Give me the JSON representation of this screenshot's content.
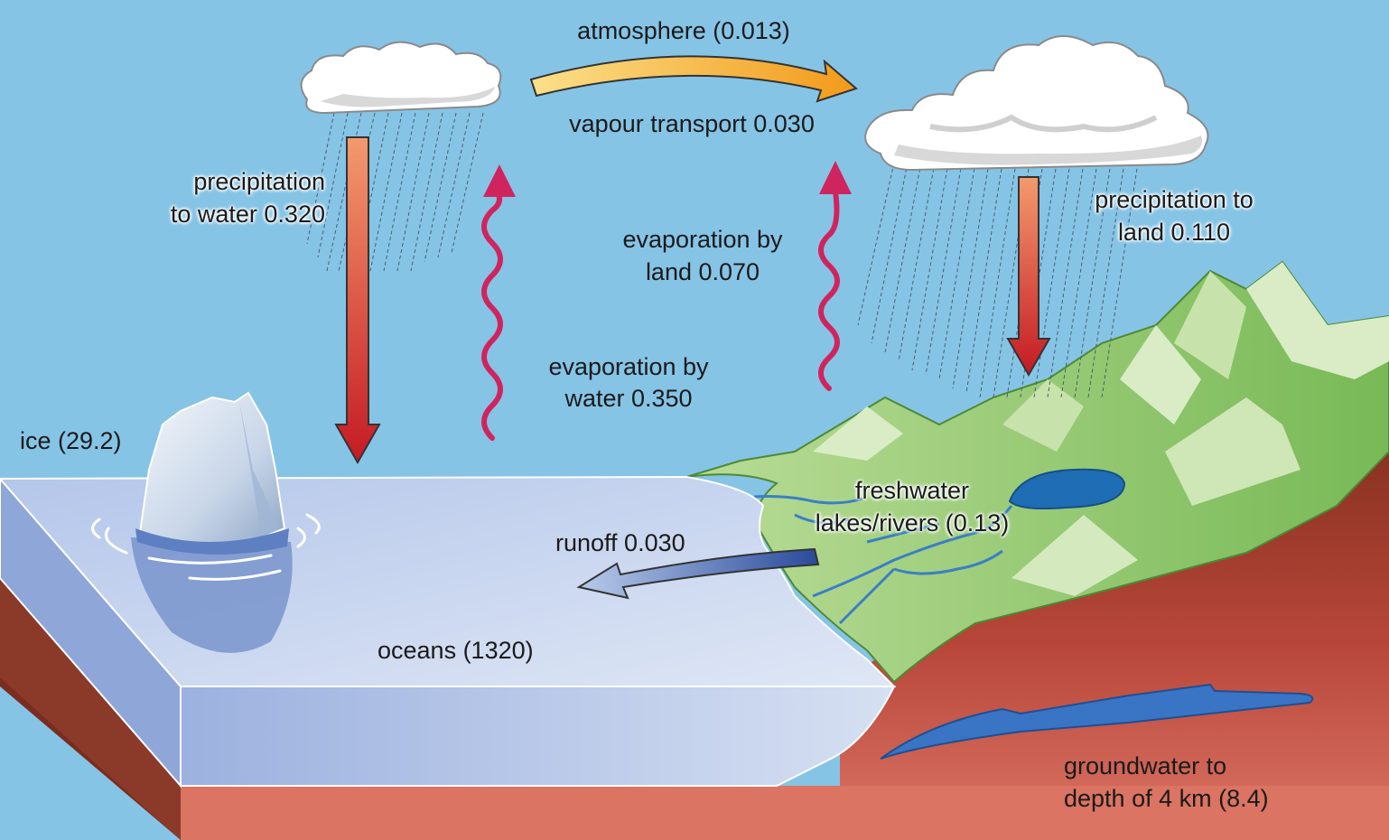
{
  "labels": {
    "atmosphere": "atmosphere (0.013)",
    "vapour_transport": "vapour transport 0.030",
    "precip_water_line1": "precipitation",
    "precip_water_line2": "to water 0.320",
    "precip_land_line1": "precipitation to",
    "precip_land_line2": "land 0.110",
    "evap_land_line1": "evaporation by",
    "evap_land_line2": "land 0.070",
    "evap_water_line1": "evaporation by",
    "evap_water_line2": "water 0.350",
    "ice": "ice (29.2)",
    "freshwater_line1": "freshwater",
    "freshwater_line2": "lakes/rivers (0.13)",
    "runoff": "runoff 0.030",
    "oceans": "oceans (1320)",
    "groundwater_line1": "groundwater to",
    "groundwater_line2": "depth of 4 km (8.4)"
  },
  "colors": {
    "sky": "#86c4e6",
    "ocean_top": "#c4d4ee",
    "ocean_side": "#9fb4dc",
    "soil": "#c4513d",
    "grass": "#8cc86a",
    "lake": "#1f6db4",
    "precip_arrow": "#c8202a",
    "evap_arrow": "#d0245e",
    "vapour_arrow": "#f2a521",
    "runoff_arrow": "#2f55a4"
  }
}
